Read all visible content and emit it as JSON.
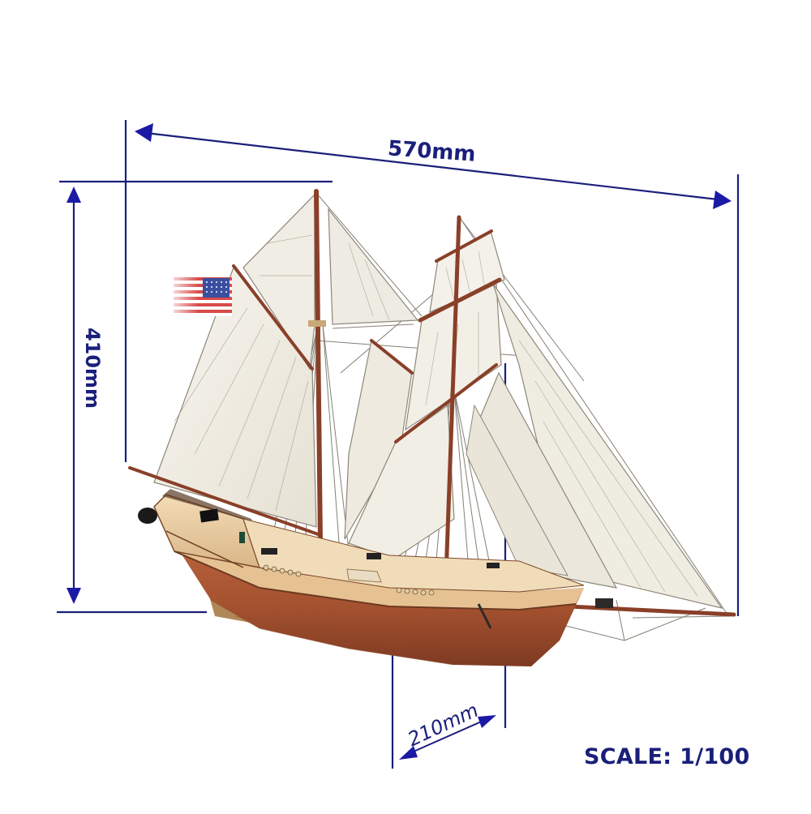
{
  "figure": {
    "subject": "schooner model ship",
    "dimensions": {
      "length": "570mm",
      "height": "410mm",
      "beam": "210mm"
    },
    "scale_label": "SCALE: 1/100",
    "flag": "american-flag"
  },
  "colors": {
    "dimension_lines": "#1a1f7a",
    "arrowheads": "#1b1aa6",
    "sail": "#f1eee6",
    "hull_lower": "#a9583a",
    "hull_upper": "#e8c9a0",
    "mast": "#8a3f28"
  }
}
